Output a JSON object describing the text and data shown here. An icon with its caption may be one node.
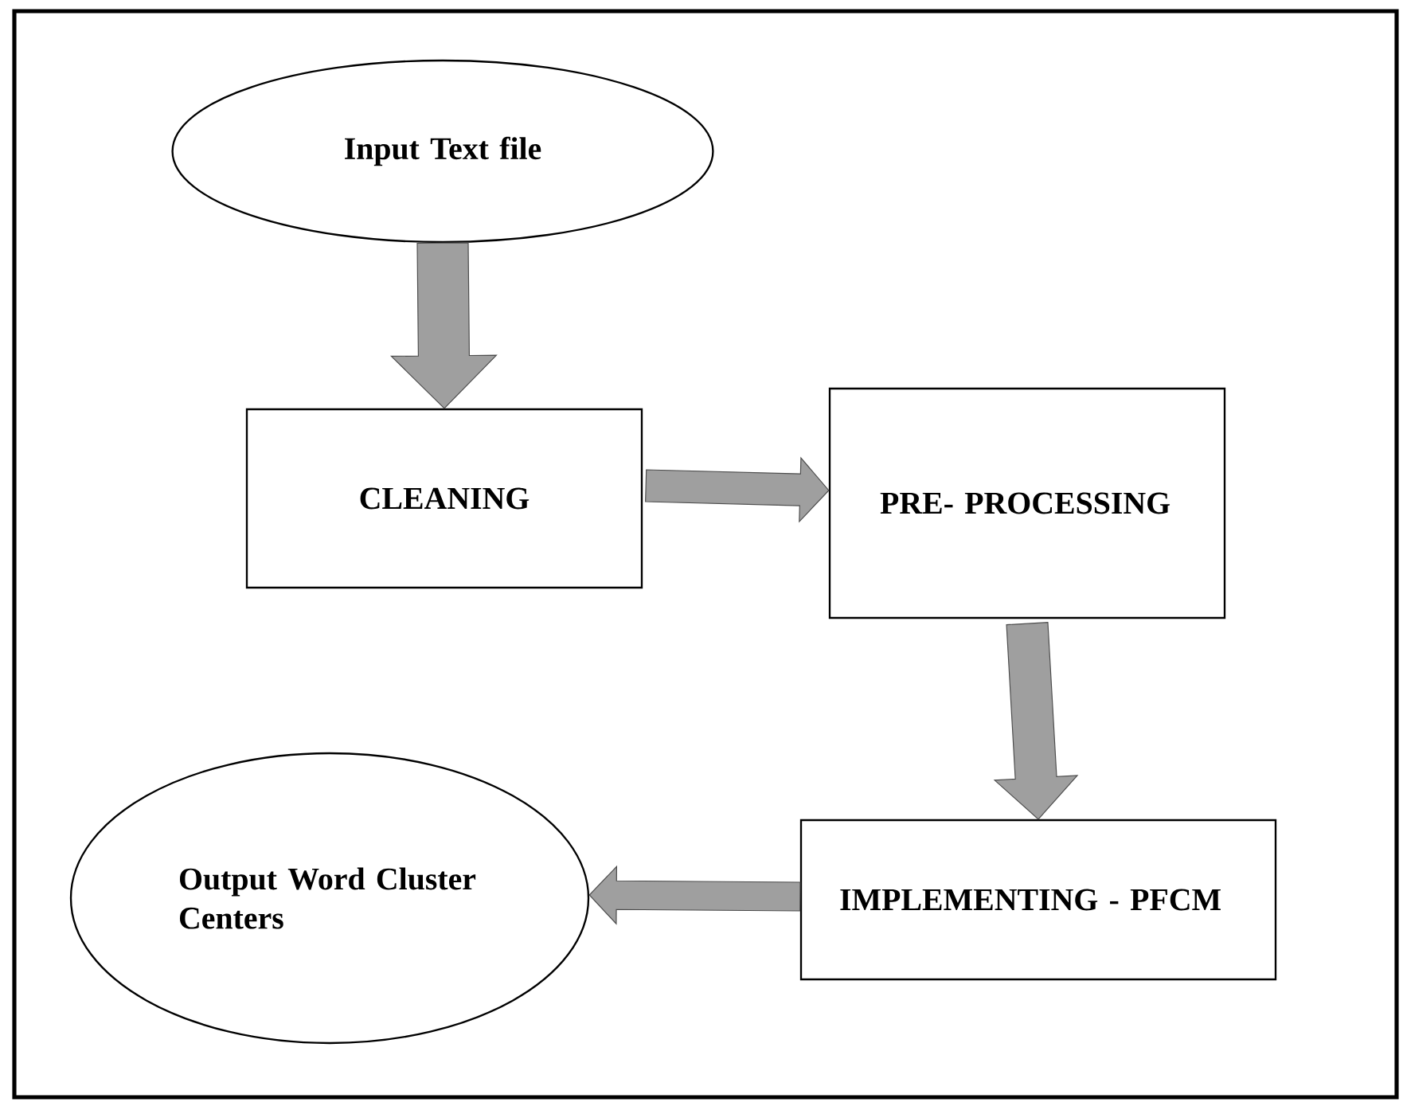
{
  "diagram": {
    "nodes": [
      {
        "text": [
          "Input Text file"
        ]
      },
      {
        "text": [
          "CLEANING"
        ]
      },
      {
        "text": [
          "PRE- PROCESSING"
        ]
      },
      {
        "text": [
          "IMPLEMENTING - PFCM"
        ]
      },
      {
        "text": [
          "Output Word Cluster Centers"
        ]
      }
    ],
    "edges": [
      {
        "from": 0,
        "to": 1,
        "arrow": "to"
      },
      {
        "from": 1,
        "to": 2,
        "arrow": "to"
      },
      {
        "from": 2,
        "to": 3,
        "arrow": "to"
      },
      {
        "from": 3,
        "to": 4,
        "arrow": "to"
      }
    ]
  }
}
